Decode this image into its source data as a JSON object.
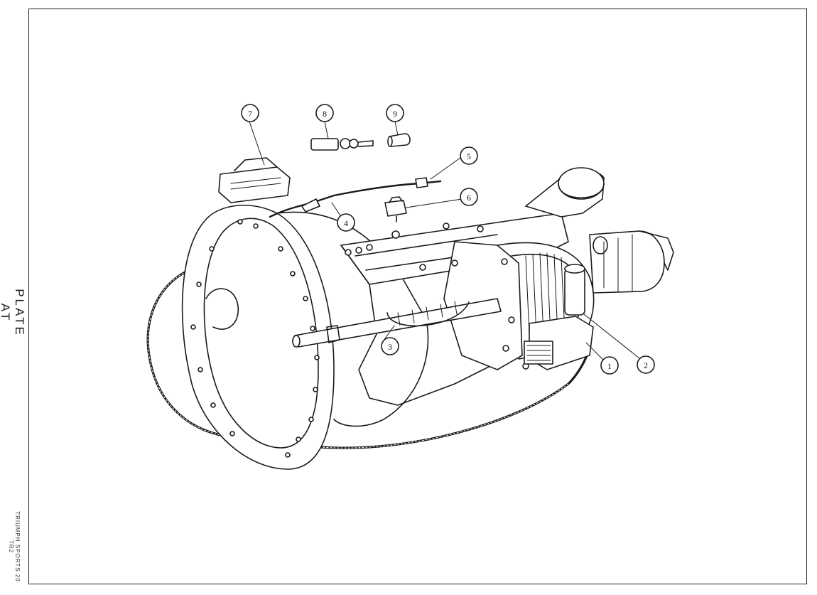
{
  "plate_title": "PLATE AT",
  "side_caption": "TRIUMPH SPORTS 20 TR2",
  "callouts": [
    {
      "id": "1",
      "label": "1"
    },
    {
      "id": "2",
      "label": "2"
    },
    {
      "id": "3",
      "label": "3"
    },
    {
      "id": "4",
      "label": "4"
    },
    {
      "id": "5",
      "label": "5"
    },
    {
      "id": "6",
      "label": "6"
    },
    {
      "id": "7",
      "label": "7"
    },
    {
      "id": "8",
      "label": "8"
    },
    {
      "id": "9",
      "label": "9"
    }
  ]
}
